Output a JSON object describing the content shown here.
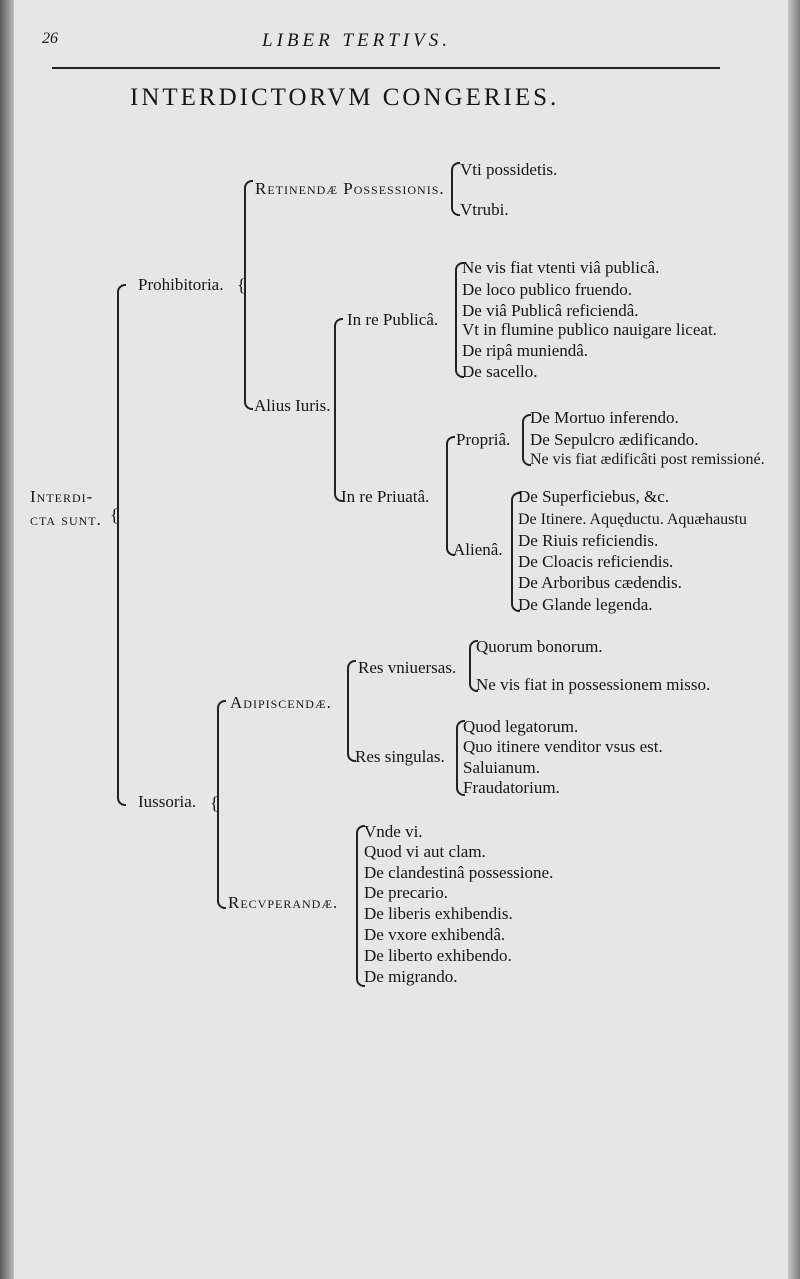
{
  "header": {
    "page_number": "26",
    "running_title": "LIBER TERTIVS."
  },
  "title": "INTERDICTORVM CONGERIES.",
  "root": {
    "line1": "Interdi-",
    "line2": "cta sunt."
  },
  "prohibitoria": {
    "label": "Prohibitoria.",
    "retinendae": {
      "label": "Retinendæ Possessionis.",
      "items": [
        "Vti possidetis.",
        "Vtrubi."
      ]
    },
    "alius_iuris": {
      "label": "Alius Iuris.",
      "publica": {
        "label": "In re Publicâ.",
        "items": [
          "Ne vis fiat vtenti viâ publicâ.",
          "De loco publico fruendo.",
          "De viâ Publicâ reficiendâ.",
          "Vt in flumine publico nauigare liceat.",
          "De ripâ muniendâ.",
          "De sacello."
        ]
      },
      "priuata": {
        "label": "In re Priuatâ.",
        "propria": {
          "label": "Propriâ.",
          "items": [
            "De Mortuo inferendo.",
            "De Sepulcro ædificando.",
            "Ne vis fiat ædificâti post remissioné."
          ]
        },
        "aliena": {
          "label": "Alienâ.",
          "items": [
            "De Superficiebus, &c.",
            "De Itinere. Aquęductu. Aquæhaustu",
            "De Riuis reficiendis.",
            "De Cloacis reficiendis.",
            "De Arboribus cædendis.",
            "De Glande legenda."
          ]
        }
      }
    }
  },
  "iussoria": {
    "label": "Iussoria.",
    "adipiscendae": {
      "label": "Adipiscendæ.",
      "vniuersas": {
        "label": "Res vniuersas.",
        "items": [
          "Quorum bonorum.",
          "Ne vis fiat in possessionem misso."
        ]
      },
      "singulas": {
        "label": "Res singulas.",
        "items": [
          "Quod legatorum.",
          "Quo itinere venditor vsus est.",
          "Saluianum.",
          "Fraudatorium."
        ]
      }
    },
    "recuperandae": {
      "label": "Recvperandæ.",
      "items": [
        "Vnde vi.",
        "Quod vi aut clam.",
        "De clandestinâ possessione.",
        "De precario.",
        "De liberis exhibendis.",
        "De vxore exhibendâ.",
        "De liberto exhibendo.",
        "De migrando."
      ]
    }
  }
}
